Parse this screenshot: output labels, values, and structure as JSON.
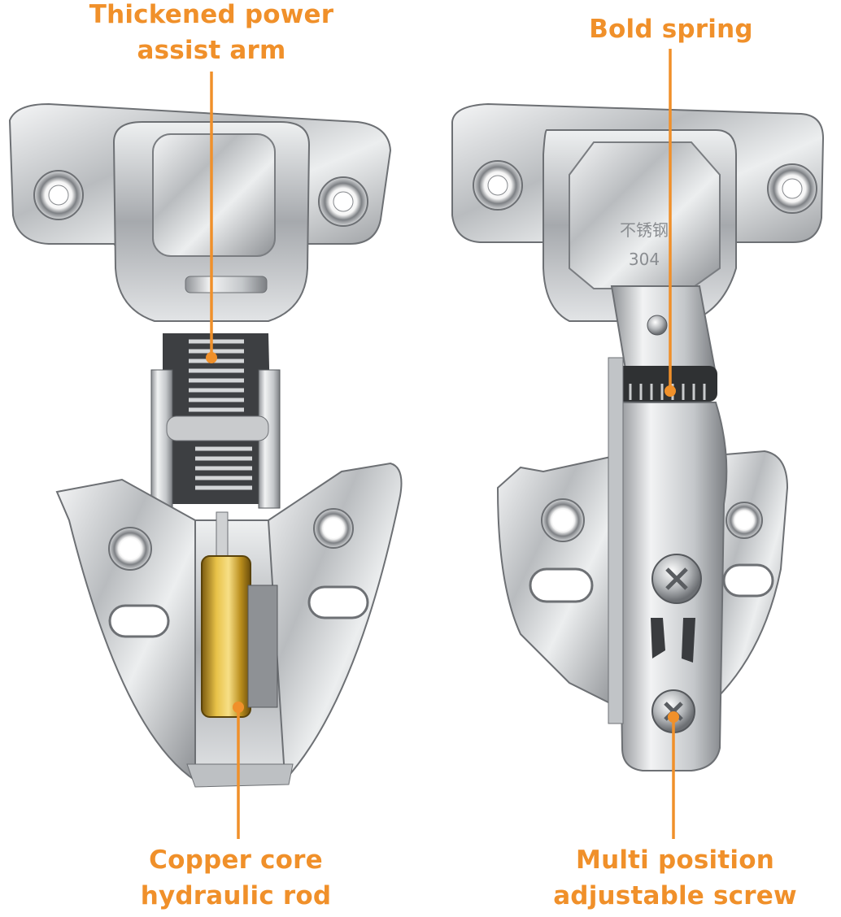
{
  "accent_color": "#f0902a",
  "annotations": {
    "power_arm": {
      "line1": "Thickened power",
      "line2": "assist arm"
    },
    "spring": {
      "line1": "Bold spring"
    },
    "hydraulic_rod": {
      "line1": "Copper core",
      "line2": "hydraulic rod"
    },
    "adjust_screw": {
      "line1": "Multi position",
      "line2": "adjustable screw"
    }
  },
  "stamp": {
    "line1": "不锈钢",
    "line2": "304"
  }
}
